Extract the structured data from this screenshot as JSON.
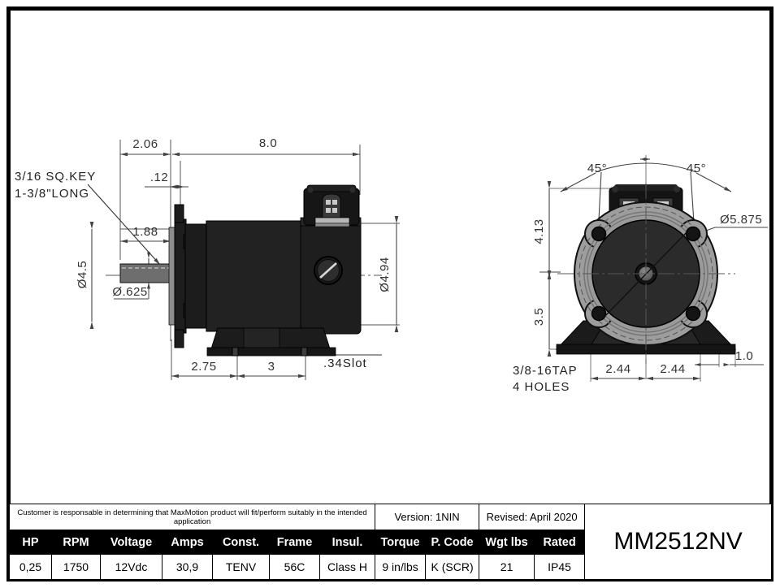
{
  "sheet": {
    "model_number": "MM2512NV"
  },
  "title_block": {
    "disclaimer": "Customer is responsable in determining that MaxMotion product will fit/perform suitably in the intended application",
    "version": "Version: 1NIN",
    "revised": "Revised: April 2020",
    "columns": [
      "HP",
      "RPM",
      "Voltage",
      "Amps",
      "Const.",
      "Frame",
      "Insul.",
      "Torque",
      "P. Code",
      "Wgt lbs",
      "Rated"
    ],
    "values": [
      "0,25",
      "1750",
      "12Vdc",
      "30,9",
      "TENV",
      "56C",
      "Class H",
      "9 in/lbs",
      "K (SCR)",
      "21",
      "IP45"
    ]
  },
  "side_view": {
    "dims": {
      "overall_length": "8.0",
      "flange_offset": "2.06",
      "flange_thickness": ".12",
      "shaft_length": "1.88",
      "shaft_dia": "Ø.625",
      "flange_dia": "Ø4.5",
      "body_dia": "Ø4.94",
      "foot_front": "2.75",
      "foot_span": "3"
    },
    "notes": {
      "key_line1": "3/16 SQ.KEY",
      "key_line2": "1-3/8\"LONG",
      "slot": ".34Slot"
    }
  },
  "end_view": {
    "dims": {
      "angle_left": "45°",
      "angle_right": "45°",
      "bolt_circle": "Ø5.875",
      "height_top": "4.13",
      "height_bottom": "3.5",
      "foot_left": "2.44",
      "foot_right": "2.44",
      "foot_edge": "1.0"
    },
    "notes": {
      "tap_line1": "3/8-16TAP",
      "tap_line2": "4 HOLES"
    }
  },
  "colors": {
    "body_dark": "#1b1b1b",
    "body_mid": "#2a2a2a",
    "flange_grey": "#9a9a9a",
    "shaft_grey": "#6e6e6e",
    "dim_line": "#444444",
    "border": "#000000"
  }
}
